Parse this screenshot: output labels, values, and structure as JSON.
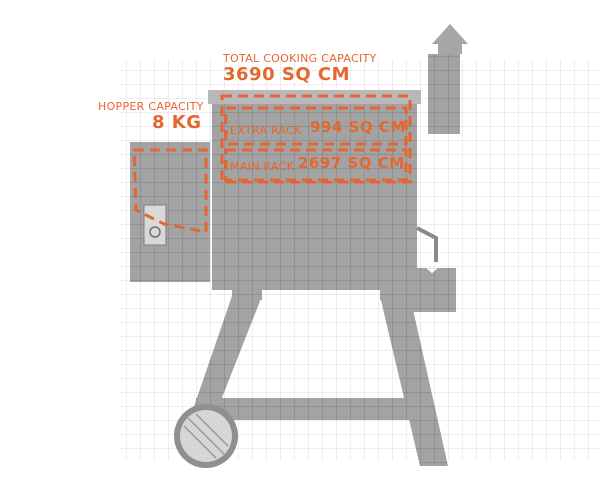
{
  "hopper": {
    "label": "HOPPER CAPACITY",
    "value": "8 KG"
  },
  "total": {
    "label": "TOTAL COOKING CAPACITY",
    "value": "3690 SQ CM"
  },
  "extra_rack": {
    "label": "EXTRA RACK",
    "value": "994 SQ CM"
  },
  "main_rack": {
    "label": "MAIN RACK",
    "value": "2697 SQ CM"
  },
  "colors": {
    "accent": "#e4672f",
    "body": "#9b9b9b",
    "grid": "#c8c8c8"
  }
}
